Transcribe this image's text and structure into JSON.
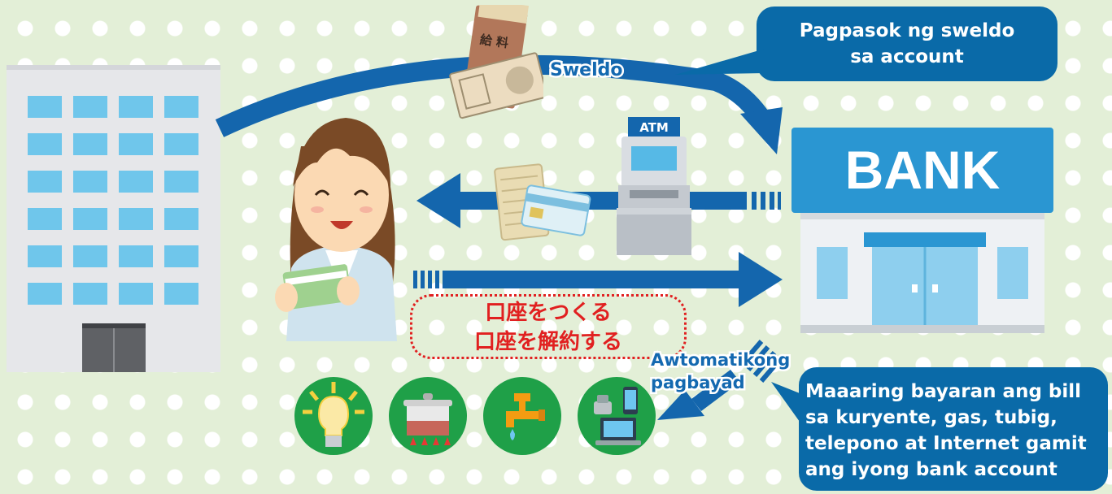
{
  "bubbles": {
    "salary_deposit": "Pagpasok ng sweldo\nsa account",
    "auto_pay_info": "Maaaring bayaran ang bill\nsa kuryente, gas, tubig,\ntelepono at Internet gamit\nang iyong bank account"
  },
  "labels": {
    "salary": "Sweldo",
    "auto_pay_line1": "Awtomatikong",
    "auto_pay_line2": "pagbayad",
    "open_account": "口座をつくる",
    "close_account": "口座を解約する"
  },
  "bank": {
    "sign": "BANK"
  },
  "atm": {
    "sign": "ATM"
  },
  "envelope": {
    "text": "給 料"
  },
  "utilities": [
    "electricity-icon",
    "gas-icon",
    "water-icon",
    "telecom-icon"
  ],
  "colors": {
    "arrow": "#1466ad",
    "bubble": "#0a6aa8",
    "bank_sign": "#2a96d2",
    "jp_text": "#e12020",
    "utility_circle": "#1fa048",
    "background": "#e3efd7"
  }
}
